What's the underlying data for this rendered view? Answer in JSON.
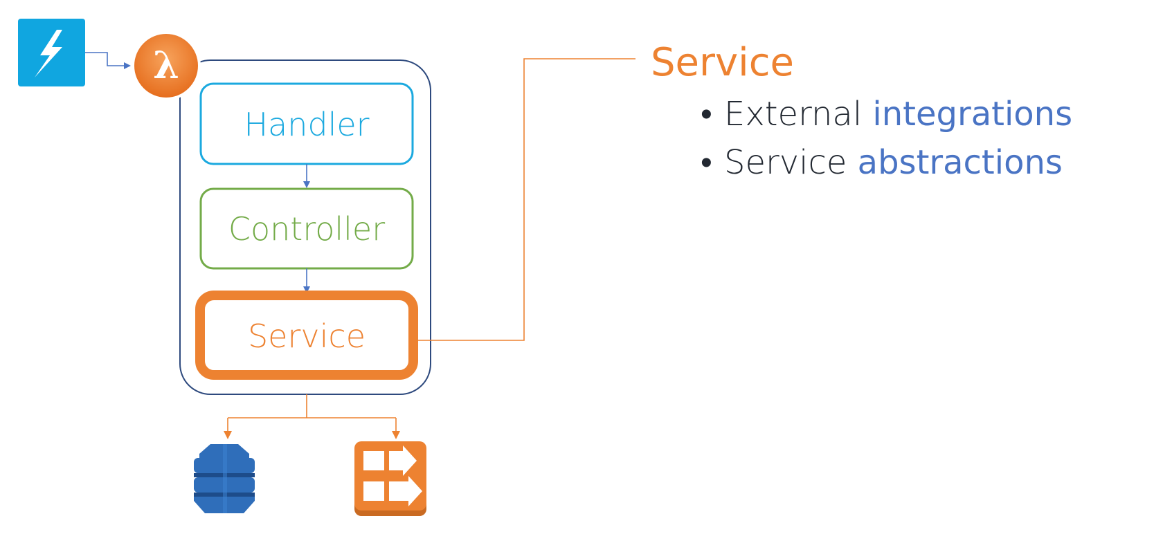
{
  "diagram": {
    "layers": [
      {
        "label": "Handler",
        "color": "#1BA9DF"
      },
      {
        "label": "Controller",
        "color": "#73AB48"
      },
      {
        "label": "Service",
        "color": "#ED8231"
      }
    ],
    "icons": {
      "trigger": "lightning-icon",
      "function": "lambda-icon",
      "lambda_glyph": "λ",
      "database": "dynamodb-icon",
      "queue": "sqs-icon"
    },
    "colors": {
      "container": "#2E4A7E",
      "arrow": "#4A74C4",
      "accent": "#ED8231",
      "trigger_bg": "#10A6E0",
      "db_blue": "#2F6EBA"
    }
  },
  "panel": {
    "title": "Service",
    "bullets": [
      {
        "bullet": "•",
        "text": "External",
        "highlight": "integrations"
      },
      {
        "bullet": "•",
        "text": "Service",
        "highlight": "abstractions"
      }
    ]
  }
}
